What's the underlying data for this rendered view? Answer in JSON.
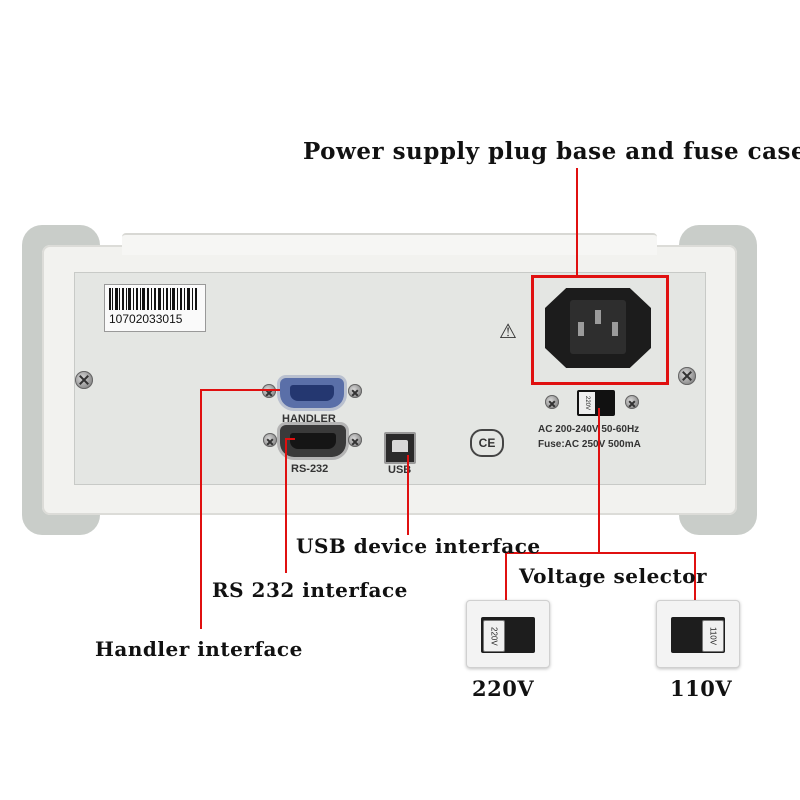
{
  "callouts": {
    "power": "Power supply plug base and fuse case",
    "usb": "USB device interface",
    "voltage": "Voltage selector",
    "rs232": "RS 232 interface",
    "handler": "Handler interface",
    "v220": "220V",
    "v110": "110V"
  },
  "panel": {
    "barcode_number": "10702033015",
    "handler_label": "HANDLER",
    "rs232_label": "RS-232",
    "usb_label": "USB",
    "ce_mark": "CE",
    "warning_symbol": "⚠",
    "selector_tab": "220V",
    "ac_rating": "AC 200-240V 50-60Hz",
    "fuse_rating": "Fuse:AC 250V 500mA"
  },
  "switches": {
    "card_220_tab": "220V",
    "card_110_tab": "110V"
  },
  "colors": {
    "callout_line": "#e01010",
    "panel_face": "#e4e6e3",
    "housing": "#f2f2ef",
    "bumper": "#c9cdc9"
  }
}
